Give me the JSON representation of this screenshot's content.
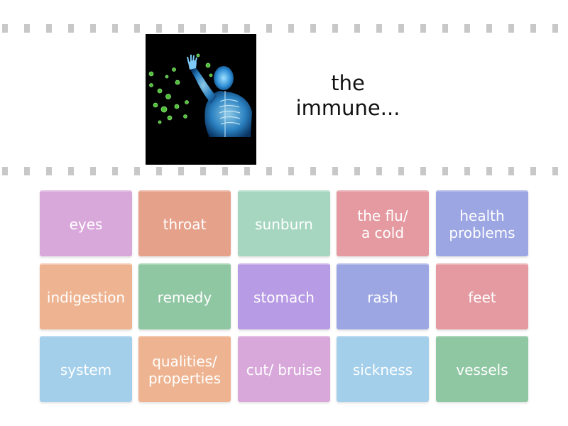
{
  "prompt": {
    "text": "the\nimmune...",
    "image": "human-figure-with-viruses-illustration"
  },
  "tiles": [
    {
      "label": "eyes",
      "color": "#d9a8db"
    },
    {
      "label": "throat",
      "color": "#e6a18a"
    },
    {
      "label": "sunburn",
      "color": "#a6d6c0"
    },
    {
      "label": "the flu/\na cold",
      "color": "#e49aa0"
    },
    {
      "label": "health\nproblems",
      "color": "#9ca6e3"
    },
    {
      "label": "indigestion",
      "color": "#eeb491"
    },
    {
      "label": "remedy",
      "color": "#8fc7a3"
    },
    {
      "label": "stomach",
      "color": "#b89be5"
    },
    {
      "label": "rash",
      "color": "#9ca6e3"
    },
    {
      "label": "feet",
      "color": "#e49aa0"
    },
    {
      "label": "system",
      "color": "#a3cfeb"
    },
    {
      "label": "qualities/\nproperties",
      "color": "#eeb491"
    },
    {
      "label": "cut/ bruise",
      "color": "#d9a8db"
    },
    {
      "label": "sickness",
      "color": "#a3cfeb"
    },
    {
      "label": "vessels",
      "color": "#8fc7a3"
    }
  ]
}
